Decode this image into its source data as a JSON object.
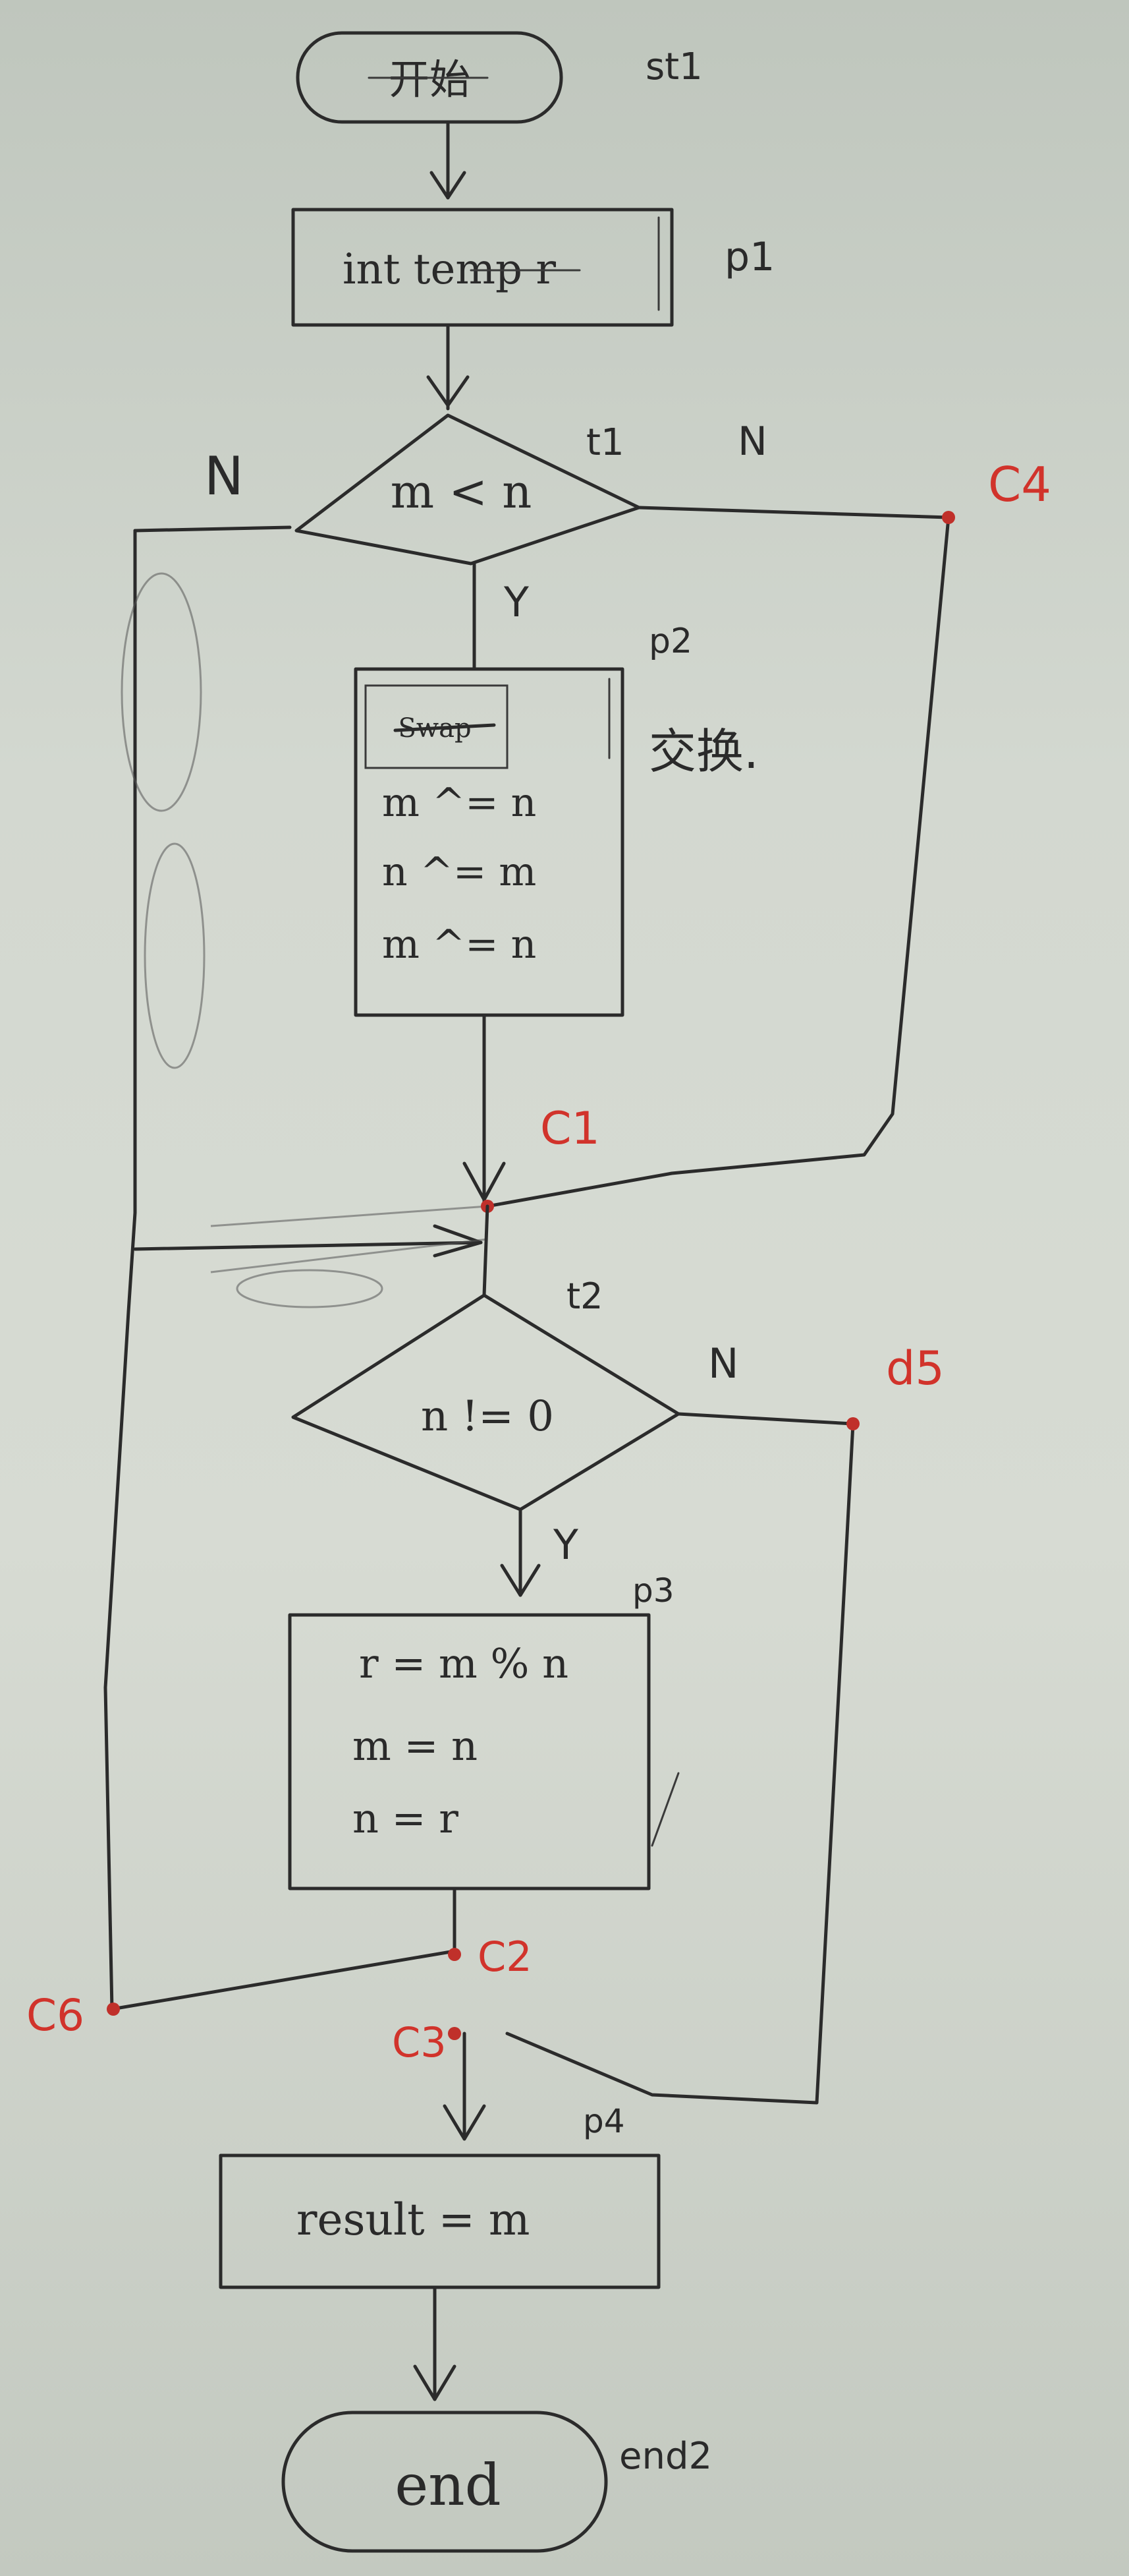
{
  "start": {
    "text": "开始",
    "label": "st1"
  },
  "p1": {
    "text": "int temp r",
    "label": "p1"
  },
  "t1": {
    "cond": "m < n",
    "label": "t1",
    "yes": "Y",
    "no": "N",
    "left_mark": "N"
  },
  "p2": {
    "label": "p2",
    "note": "交换.",
    "struck": "Swap",
    "lines": [
      "m ^= n",
      "n ^= m",
      "m ^= n"
    ]
  },
  "t2": {
    "cond": "n != 0",
    "label": "t2",
    "yes": "Y",
    "no": "N"
  },
  "p3": {
    "label": "p3",
    "lines": [
      "r = m % n",
      "m = n",
      "n = r"
    ]
  },
  "p4": {
    "text": "result = m",
    "label": "p4"
  },
  "end": {
    "text": "end",
    "label": "end2"
  },
  "nodes": {
    "c1": "C1",
    "c2": "C2",
    "c3": "C3",
    "c4": "C4",
    "d5": "d5",
    "c6": "C6"
  },
  "colors": {
    "ink": "#2b2b2b",
    "annotation": "#d1332b",
    "paper": "#d3d8d0"
  }
}
